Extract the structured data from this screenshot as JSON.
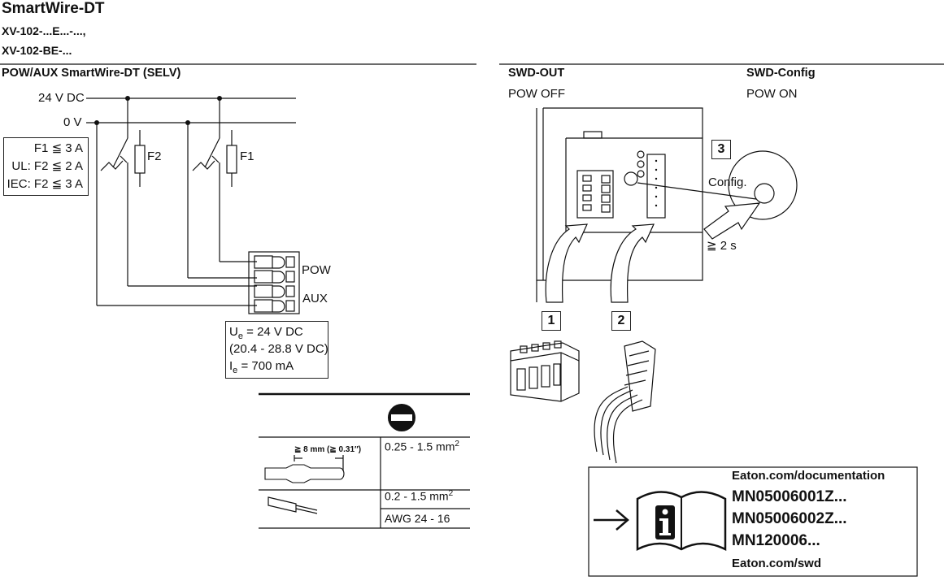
{
  "header": {
    "title": "SmartWire-DT",
    "model_line1": "XV-102-...E...-...,",
    "model_line2": "XV-102-BE-..."
  },
  "left": {
    "section_title": "POW/AUX SmartWire-DT (SELV)",
    "rail_24v": "24 V DC",
    "rail_0v": "0 V",
    "fuse_ratings": [
      "F1 ≦ 3 A",
      "UL: F2 ≦ 2 A",
      "IEC: F2 ≦ 3 A"
    ],
    "fuse_f2": "F2",
    "fuse_f1": "F1",
    "terminal_pow": "POW",
    "terminal_aux": "AUX",
    "specs": {
      "ue_prefix": "U",
      "ue_sub": "e",
      "ue_value": " = 24 V DC",
      "range": "(20.4 - 28.8 V DC)",
      "ie_prefix": "I",
      "ie_sub": "e",
      "ie_value": " = 700 mA"
    },
    "wire_table": {
      "strip_label": "≧ 8 mm (≧ 0.31″)",
      "row1": "0.25 - 1.5 mm",
      "row1_sup": "2",
      "row2": "0.2 - 1.5 mm",
      "row2_sup": "2",
      "row3": "AWG 24 - 16"
    }
  },
  "right": {
    "swd_out_title": "SWD-OUT",
    "swd_out_state": "POW OFF",
    "swd_config_title": "SWD-Config",
    "swd_config_state": "POW ON",
    "step1": "1",
    "step2": "2",
    "step3": "3",
    "config_label": "Config.",
    "hold_time": "≧ 2 s"
  },
  "docs": {
    "line1": "Eaton.com/documentation",
    "line2": "MN05006001Z...",
    "line3": "MN05006002Z...",
    "line4": "MN120006...",
    "line5": "Eaton.com/swd"
  }
}
